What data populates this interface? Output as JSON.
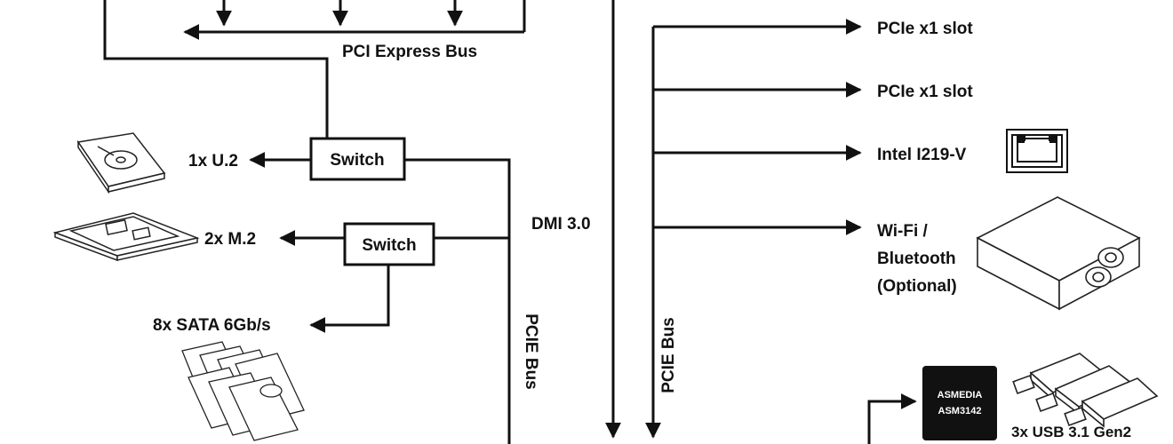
{
  "labels": {
    "pci_express_bus": "PCI Express Bus",
    "dmi": "DMI 3.0",
    "pcie_bus_left": "PCIE Bus",
    "pcie_bus_right": "PCIE Bus",
    "u2": "1x U.2",
    "m2": "2x M.2",
    "sata": "8x SATA 6Gb/s",
    "pcie_slot_1": "PCIe x1 slot",
    "pcie_slot_2": "PCIe x1 slot",
    "intel_lan": "Intel I219-V",
    "wifi_line1": "Wi-Fi /",
    "wifi_line2": "Bluetooth",
    "wifi_line3": "(Optional)",
    "usb": "3x USB 3.1 Gen2"
  },
  "switch_top": {
    "label": "Switch"
  },
  "switch_bottom": {
    "label": "Switch"
  },
  "asmedia": {
    "line1": "ASMEDIA",
    "line2": "ASM3142"
  },
  "icons": [
    "hdd-icon",
    "m2-ssd-icon",
    "sata-drives-icon",
    "ethernet-port-icon",
    "wifi-module-icon",
    "usb-sticks-icon"
  ]
}
